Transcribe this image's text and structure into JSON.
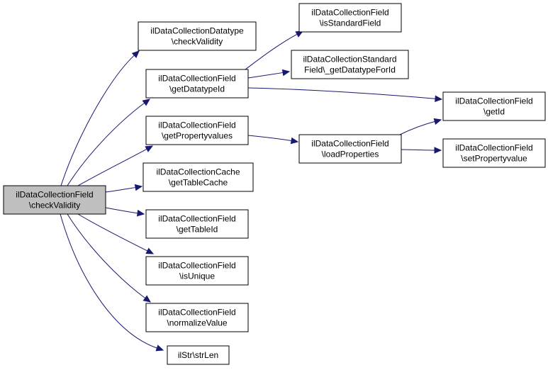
{
  "graph": {
    "nodes": [
      {
        "id": "root",
        "lines": [
          "ilDataCollectionField",
          "\\checkValidity"
        ],
        "root": true
      },
      {
        "id": "dt_check",
        "lines": [
          "ilDataCollectionDatatype",
          "\\checkValidity"
        ]
      },
      {
        "id": "getDatatypeId",
        "lines": [
          "ilDataCollectionField",
          "\\getDatatypeId"
        ]
      },
      {
        "id": "getPropertyvalues",
        "lines": [
          "ilDataCollectionField",
          "\\getPropertyvalues"
        ]
      },
      {
        "id": "getTableCache",
        "lines": [
          "ilDataCollectionCache",
          "\\getTableCache"
        ]
      },
      {
        "id": "getTableId",
        "lines": [
          "ilDataCollectionField",
          "\\getTableId"
        ]
      },
      {
        "id": "isUnique",
        "lines": [
          "ilDataCollectionField",
          "\\isUnique"
        ]
      },
      {
        "id": "normalizeValue",
        "lines": [
          "ilDataCollectionField",
          "\\normalizeValue"
        ]
      },
      {
        "id": "strLen",
        "lines": [
          "ilStr\\strLen"
        ]
      },
      {
        "id": "isStandardField",
        "lines": [
          "ilDataCollectionField",
          "\\isStandardField"
        ]
      },
      {
        "id": "getDatatypeForId",
        "lines": [
          "ilDataCollectionStandard",
          "Field\\_getDatatypeForId"
        ]
      },
      {
        "id": "loadProperties",
        "lines": [
          "ilDataCollectionField",
          "\\loadProperties"
        ]
      },
      {
        "id": "getId",
        "lines": [
          "ilDataCollectionField",
          "\\getId"
        ]
      },
      {
        "id": "setPropertyvalue",
        "lines": [
          "ilDataCollectionField",
          "\\setPropertyvalue"
        ]
      }
    ],
    "edges": [
      {
        "from": "root",
        "to": "dt_check"
      },
      {
        "from": "root",
        "to": "getDatatypeId"
      },
      {
        "from": "root",
        "to": "getPropertyvalues"
      },
      {
        "from": "root",
        "to": "getTableCache"
      },
      {
        "from": "root",
        "to": "getTableId"
      },
      {
        "from": "root",
        "to": "isUnique"
      },
      {
        "from": "root",
        "to": "normalizeValue"
      },
      {
        "from": "root",
        "to": "strLen"
      },
      {
        "from": "getDatatypeId",
        "to": "isStandardField"
      },
      {
        "from": "getDatatypeId",
        "to": "getDatatypeForId"
      },
      {
        "from": "getDatatypeId",
        "to": "getId"
      },
      {
        "from": "getPropertyvalues",
        "to": "loadProperties"
      },
      {
        "from": "loadProperties",
        "to": "getId"
      },
      {
        "from": "loadProperties",
        "to": "setPropertyvalue"
      }
    ]
  }
}
